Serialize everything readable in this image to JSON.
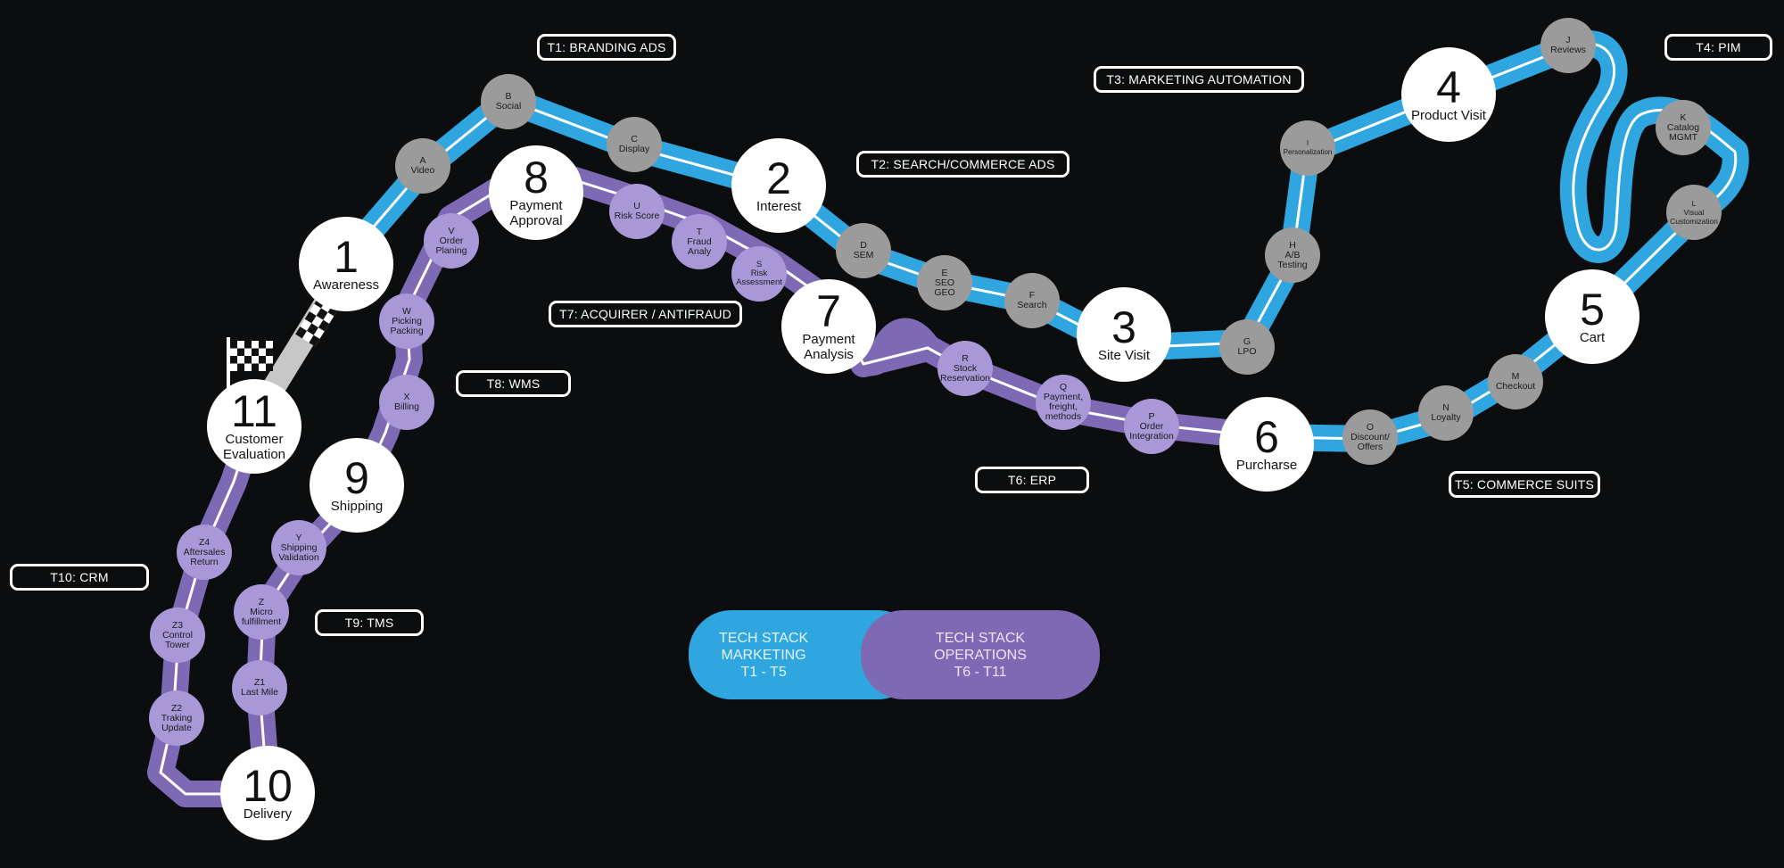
{
  "colors": {
    "background": "#0b0d0e",
    "marketing_track": "#2fa6e0",
    "operations_track": "#7e69b5",
    "marketing_node": "#9b9b9b",
    "operations_node": "#a898d8",
    "stage_node": "#ffffff",
    "lane_line": "#ffffff",
    "pit_lane": "#c7c7c7"
  },
  "icons": {
    "finish_flag": "checkered-flag-icon",
    "start_line": "checkered-start-line"
  },
  "tech_tags": [
    {
      "id": "t1",
      "label": "T1: BRANDING  ADS"
    },
    {
      "id": "t2",
      "label": "T2: SEARCH/COMMERCE ADS"
    },
    {
      "id": "t3",
      "label": "T3: MARKETING AUTOMATION"
    },
    {
      "id": "t4",
      "label": "T4: PIM"
    },
    {
      "id": "t5",
      "label": "T5: COMMERCE SUITS"
    },
    {
      "id": "t6",
      "label": "T6: ERP"
    },
    {
      "id": "t7",
      "label": "T7: ACQUIRER / ANTIFRAUD"
    },
    {
      "id": "t8",
      "label": "T8: WMS"
    },
    {
      "id": "t9",
      "label": "T9: TMS"
    },
    {
      "id": "t10",
      "label": "T10: CRM"
    }
  ],
  "stages": [
    {
      "id": "s1",
      "number": "1",
      "name": "Awareness"
    },
    {
      "id": "s2",
      "number": "2",
      "name": "Interest"
    },
    {
      "id": "s3",
      "number": "3",
      "name": "Site Visit"
    },
    {
      "id": "s4",
      "number": "4",
      "name": "Product Visit"
    },
    {
      "id": "s5",
      "number": "5",
      "name": "Cart"
    },
    {
      "id": "s6",
      "number": "6",
      "name": "Purcharse"
    },
    {
      "id": "s7",
      "number": "7",
      "name": "Payment\nAnalysis"
    },
    {
      "id": "s8",
      "number": "8",
      "name": "Payment\nApproval"
    },
    {
      "id": "s9",
      "number": "9",
      "name": "Shipping"
    },
    {
      "id": "s10",
      "number": "10",
      "name": "Delivery"
    },
    {
      "id": "s11",
      "number": "11",
      "name": "Customer\nEvaluation"
    }
  ],
  "subnodes": [
    {
      "id": "A",
      "text": "A\nVideo"
    },
    {
      "id": "B",
      "text": "B\nSocial"
    },
    {
      "id": "C",
      "text": "C\nDisplay"
    },
    {
      "id": "D",
      "text": "D\nSEM"
    },
    {
      "id": "E",
      "text": "E\nSEO\nGEO"
    },
    {
      "id": "F",
      "text": "F\nSearch"
    },
    {
      "id": "G",
      "text": "G\nLPO"
    },
    {
      "id": "H",
      "text": "H\nA/B\nTesting"
    },
    {
      "id": "I",
      "text": "I\nPersonalization"
    },
    {
      "id": "J",
      "text": "J\nReviews"
    },
    {
      "id": "K",
      "text": "K\nCatalog\nMGMT"
    },
    {
      "id": "L",
      "text": "L\nVisual\nCustomization"
    },
    {
      "id": "M",
      "text": "M\nCheckout"
    },
    {
      "id": "N",
      "text": "N\nLoyalty"
    },
    {
      "id": "O",
      "text": "O\nDiscount/\nOffers"
    },
    {
      "id": "P",
      "text": "P\nOrder\nIntegration"
    },
    {
      "id": "Q",
      "text": "Q\nPayment,\nfreight,\nmethods"
    },
    {
      "id": "R",
      "text": "R\nStock\nReservation"
    },
    {
      "id": "S",
      "text": "S\nRisk\nAssessment"
    },
    {
      "id": "T",
      "text": "T\nFraud\nAnaly"
    },
    {
      "id": "U",
      "text": "U\nRisk Score"
    },
    {
      "id": "V",
      "text": "V\nOrder\nPlaning"
    },
    {
      "id": "W",
      "text": "W\nPicking\nPacking"
    },
    {
      "id": "X",
      "text": "X\nBilling"
    },
    {
      "id": "Y",
      "text": "Y\nShipping\nValidation"
    },
    {
      "id": "Z",
      "text": "Z\nMicro\nfulfillment"
    },
    {
      "id": "Z1",
      "text": "Z1\nLast Mile"
    },
    {
      "id": "Z2",
      "text": "Z2\nTraking\nUpdate"
    },
    {
      "id": "Z3",
      "text": "Z3\nControl\nTower"
    },
    {
      "id": "Z4",
      "text": "Z4\nAftersales\nReturn"
    }
  ],
  "legend": {
    "marketing": {
      "text": "TECH STACK\nMARKETING\nT1 - T5"
    },
    "operations": {
      "text": "TECH STACK\nOPERATIONS\nT6 - T11"
    }
  }
}
